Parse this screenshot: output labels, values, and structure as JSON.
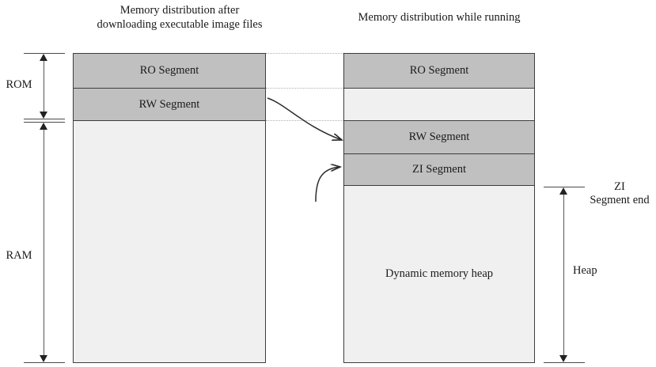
{
  "diagram": {
    "titles": {
      "left": "Memory distribution after downloading executable image files",
      "right": "Memory distribution while running"
    },
    "left_panel": {
      "segments": [
        {
          "label": "RO Segment",
          "fill": "#c0c0c0"
        },
        {
          "label": "RW Segment",
          "fill": "#c0c0c0"
        },
        {
          "label": "",
          "fill": "#f0f0f0"
        }
      ]
    },
    "right_panel": {
      "segments": [
        {
          "label": "RO Segment",
          "fill": "#c0c0c0"
        },
        {
          "label": "",
          "fill": "#f0f0f0"
        },
        {
          "label": "RW Segment",
          "fill": "#c0c0c0"
        },
        {
          "label": "ZI Segment",
          "fill": "#c0c0c0"
        },
        {
          "label": "Dynamic memory heap",
          "fill": "#f0f0f0"
        }
      ]
    },
    "brackets": {
      "rom": "ROM",
      "ram": "RAM",
      "zi_segment_end": "ZI\nSegment end",
      "heap": "Heap"
    },
    "colors": {
      "segment_gray": "#c0c0c0",
      "segment_light": "#f0f0f0",
      "border": "#3d3d3d",
      "connector": "#b0b0b0",
      "arrow": "#222222",
      "text": "#1a1a1a"
    }
  }
}
